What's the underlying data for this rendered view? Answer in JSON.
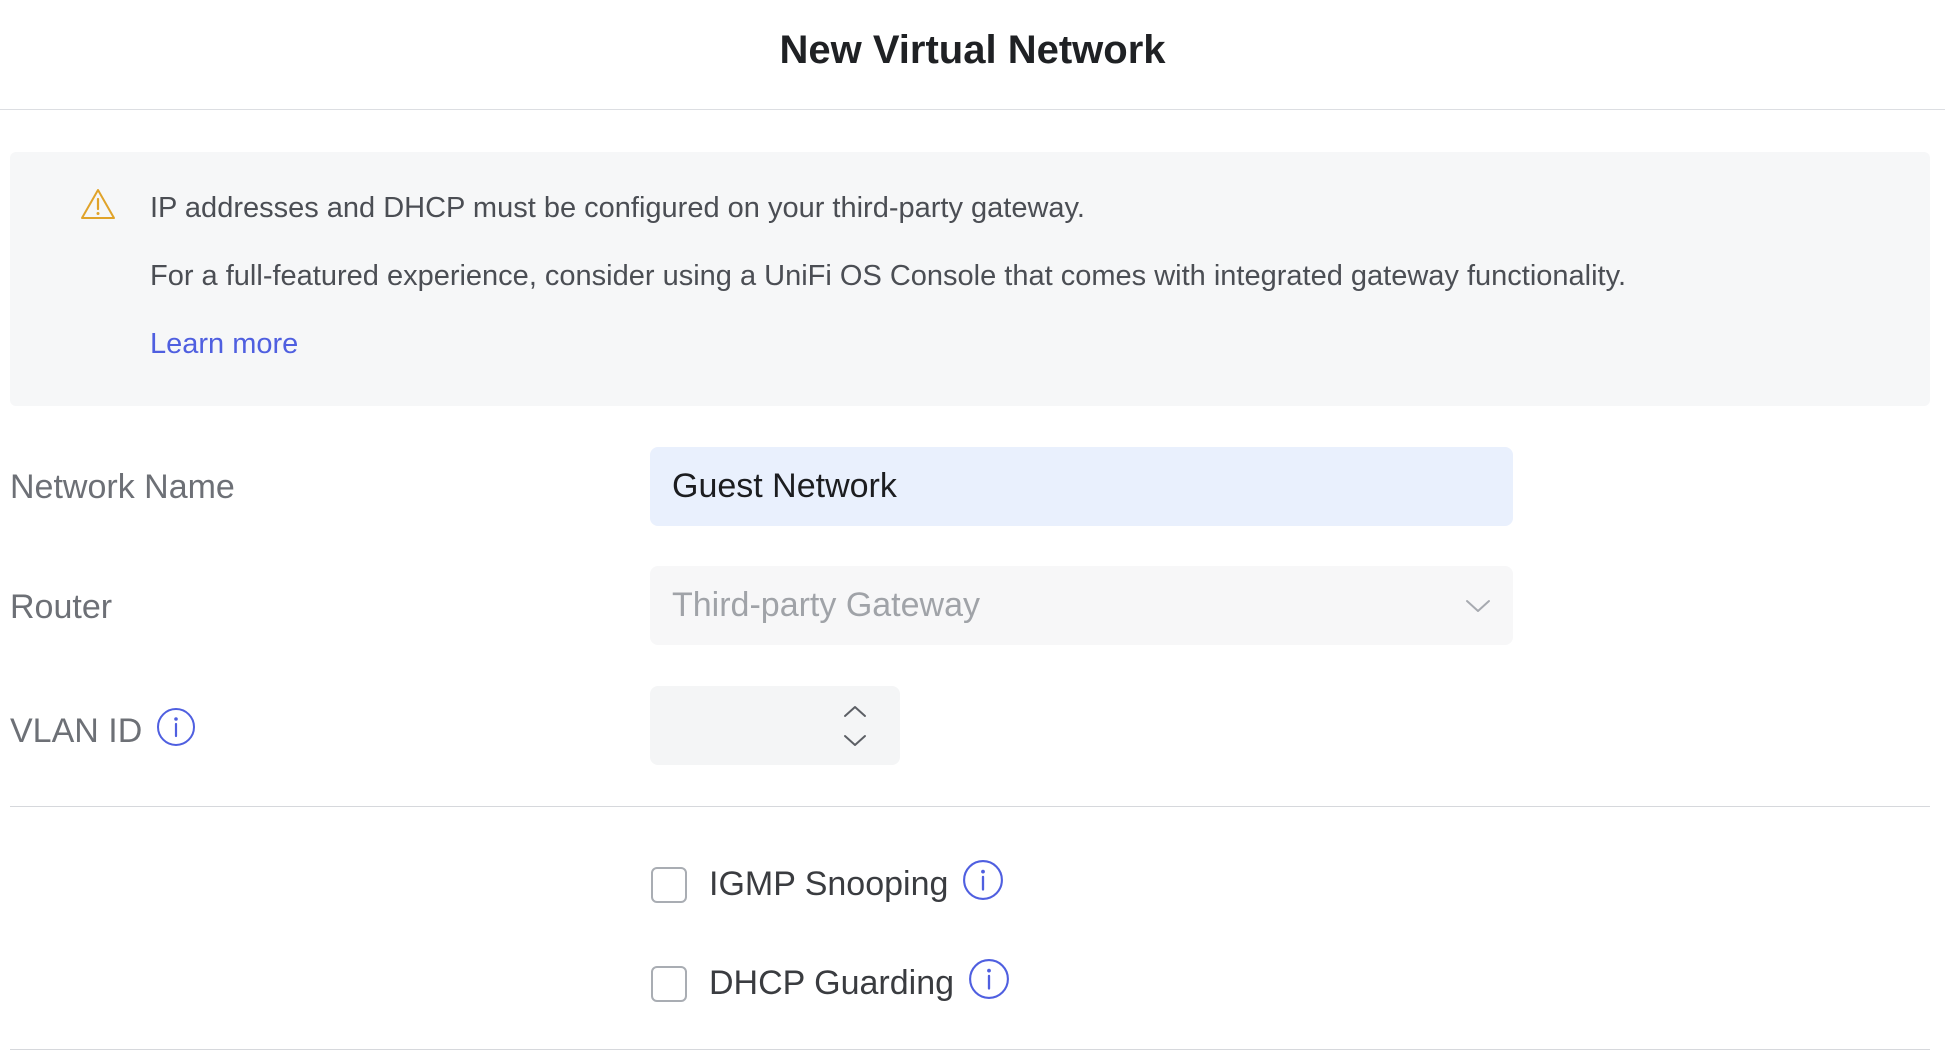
{
  "dialog": {
    "title": "New Virtual Network"
  },
  "notice": {
    "icon": "warning-triangle-icon",
    "line1": "IP addresses and DHCP must be configured on your third-party gateway.",
    "line2": "For a full-featured experience, consider using a UniFi OS Console that comes with integrated gateway functionality.",
    "link": "Learn more",
    "link_color": "#4f5fe0",
    "warning_color": "#e0a32a"
  },
  "form": {
    "network_name": {
      "label": "Network Name",
      "value": "Guest Network"
    },
    "router": {
      "label": "Router",
      "selected": "Third-party Gateway"
    },
    "vlan_id": {
      "label": "VLAN ID",
      "value": ""
    },
    "igmp_snooping": {
      "label": "IGMP Snooping",
      "checked": false
    },
    "dhcp_guarding": {
      "label": "DHCP Guarding",
      "checked": false
    }
  },
  "colors": {
    "accent": "#4f5fe0",
    "input_active_bg": "#e9f0fd",
    "input_disabled_bg": "#f7f7f8"
  }
}
